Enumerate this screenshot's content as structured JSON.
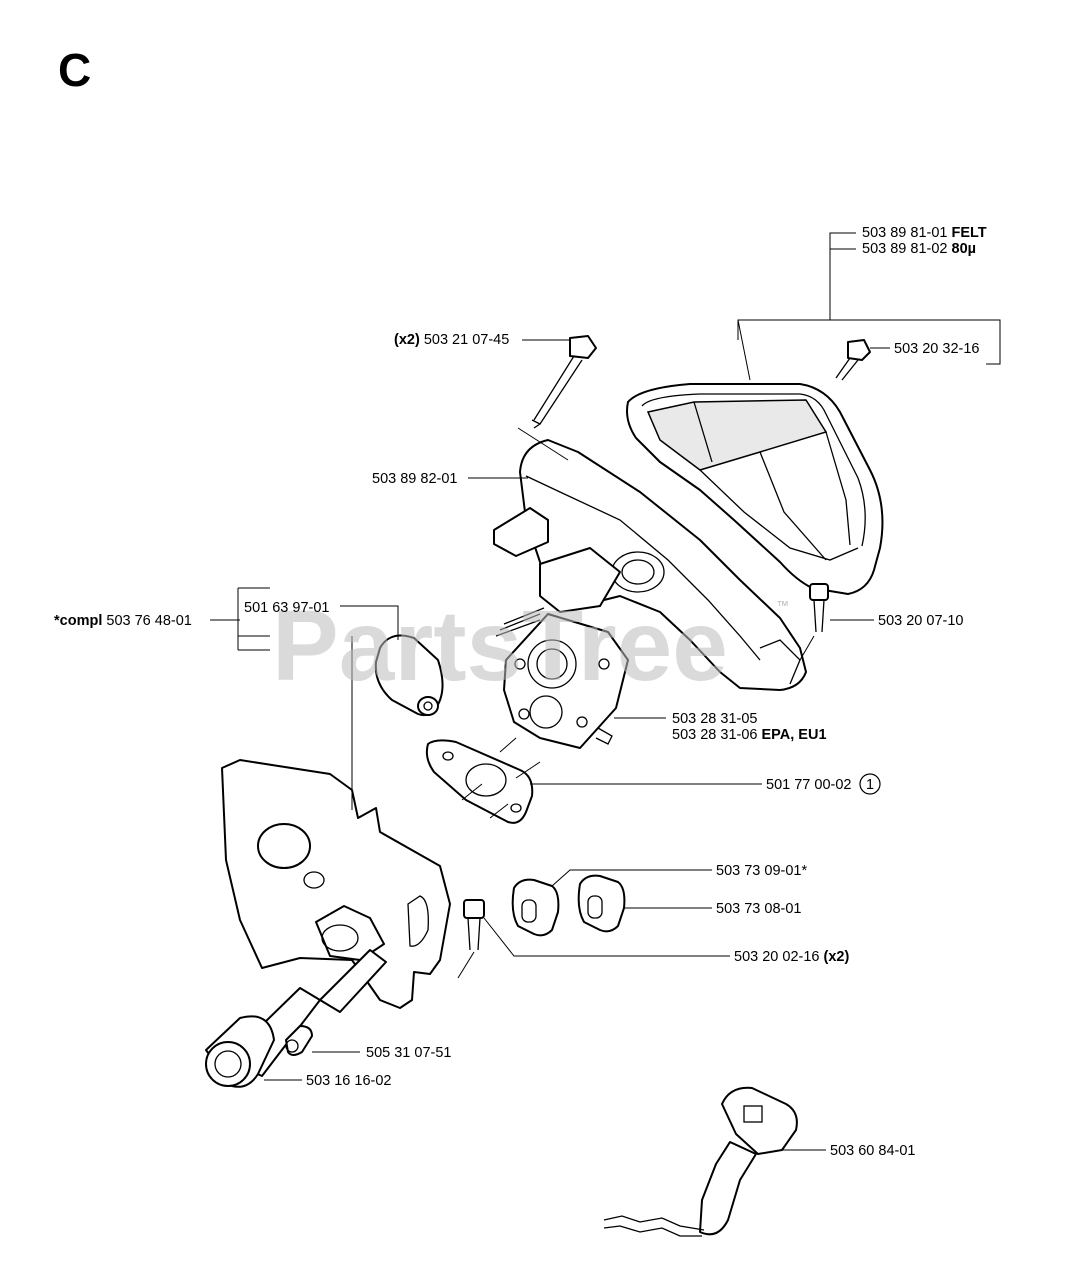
{
  "section_letter": "C",
  "watermark": "PartsTree",
  "watermark_tm": "™",
  "labels": {
    "felt_filter_num": "503 89 81-01",
    "felt_filter_tag": "FELT",
    "micron_filter_num": "503 89 81-02",
    "micron_filter_tag": "80µ",
    "screw_top_qty": "(x2)",
    "screw_top_num": "503 21 07-45",
    "filter_screw_num": "503 20 32-16",
    "filter_holder_num": "503 89 82-01",
    "compl_prefix": "*compl",
    "compl_num": "503 76 48-01",
    "choke_plate_num": "501 63 97-01",
    "screw_right_num": "503 20 07-10",
    "carb_num_1": "503 28 31-05",
    "carb_num_2": "503 28 31-06",
    "carb_tag_2": "EPA, EU1",
    "gasket_num": "501 77 00-02",
    "gasket_ref": "1",
    "grommet_num_1": "503 73 09-01*",
    "grommet_num_2": "503 73 08-01",
    "screw_mid_num": "503 20 02-16",
    "screw_mid_qty": "(x2)",
    "bushing_num": "505 31 07-51",
    "sleeve_num": "503 16 16-02",
    "throttle_rod_num": "503 60 84-01"
  }
}
